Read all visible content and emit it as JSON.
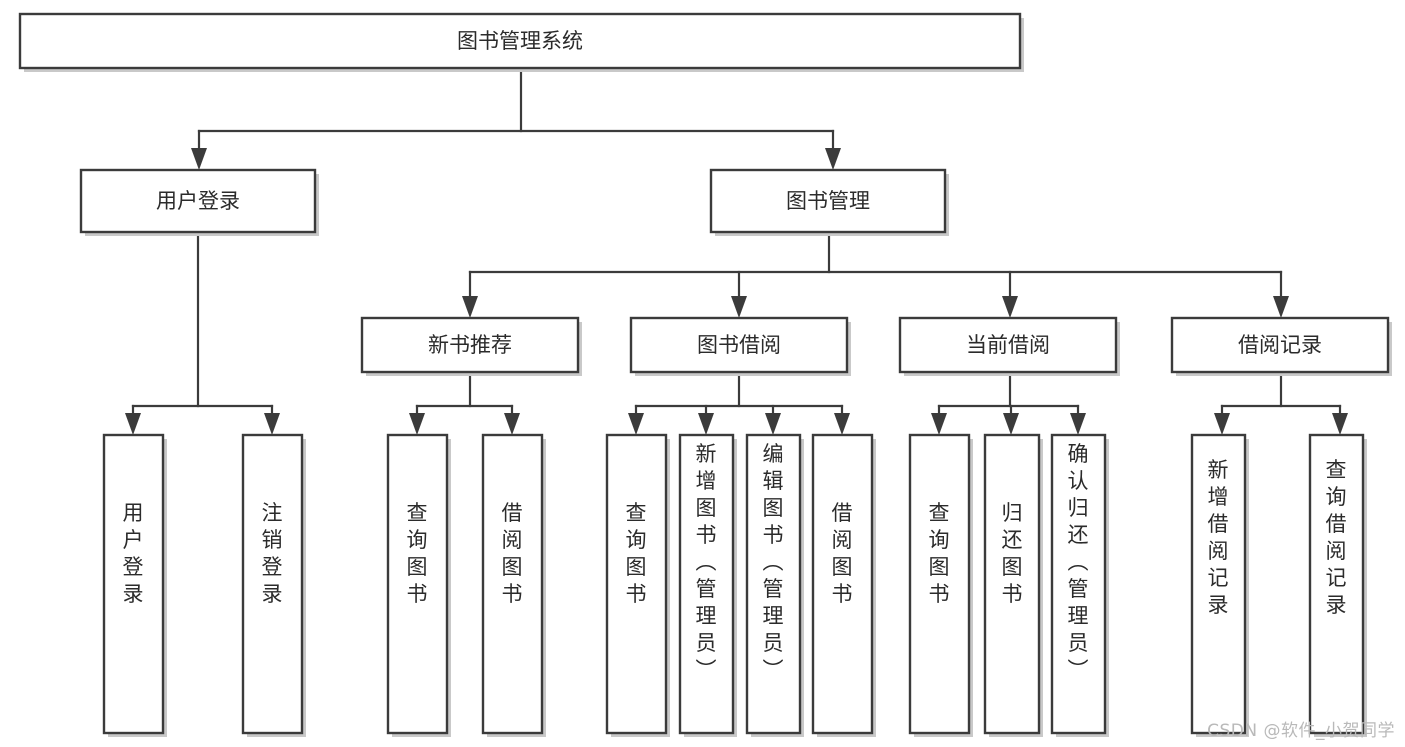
{
  "diagram": {
    "type": "tree",
    "title": "图书管理系统",
    "watermark": "CSDN @软件_小贺同学",
    "root": {
      "id": "root",
      "label": "图书管理系统"
    },
    "level2": [
      {
        "id": "user-login",
        "label": "用户登录"
      },
      {
        "id": "book-manage",
        "label": "图书管理"
      }
    ],
    "level3": [
      {
        "id": "new-book-recommend",
        "label": "新书推荐",
        "parent": "book-manage"
      },
      {
        "id": "book-borrow",
        "label": "图书借阅",
        "parent": "book-manage"
      },
      {
        "id": "current-borrow",
        "label": "当前借阅",
        "parent": "book-manage"
      },
      {
        "id": "borrow-record",
        "label": "借阅记录",
        "parent": "book-manage"
      }
    ],
    "leaves": [
      {
        "id": "leaf-user-login",
        "label": "用户登录",
        "parent": "user-login"
      },
      {
        "id": "leaf-logout",
        "label": "注销登录",
        "parent": "user-login"
      },
      {
        "id": "leaf-query-book-1",
        "label": "查询图书",
        "parent": "new-book-recommend"
      },
      {
        "id": "leaf-borrow-book-1",
        "label": "借阅图书",
        "parent": "new-book-recommend"
      },
      {
        "id": "leaf-query-book-2",
        "label": "查询图书",
        "parent": "book-borrow"
      },
      {
        "id": "leaf-add-book",
        "label": "新增图书（管理员）",
        "parent": "book-borrow"
      },
      {
        "id": "leaf-edit-book",
        "label": "编辑图书（管理员）",
        "parent": "book-borrow"
      },
      {
        "id": "leaf-borrow-book-2",
        "label": "借阅图书",
        "parent": "book-borrow"
      },
      {
        "id": "leaf-query-book-3",
        "label": "查询图书",
        "parent": "current-borrow"
      },
      {
        "id": "leaf-return-book",
        "label": "归还图书",
        "parent": "current-borrow"
      },
      {
        "id": "leaf-confirm-return",
        "label": "确认归还（管理员）",
        "parent": "current-borrow"
      },
      {
        "id": "leaf-add-record",
        "label": "新增借阅记录",
        "parent": "borrow-record"
      },
      {
        "id": "leaf-query-record",
        "label": "查询借阅记录",
        "parent": "borrow-record"
      }
    ],
    "colors": {
      "stroke": "#3b3b3b",
      "fill": "#ffffff",
      "text": "#2b2b2b",
      "shadow": "#c9c9c9",
      "watermark": "#b9b9b9"
    }
  }
}
